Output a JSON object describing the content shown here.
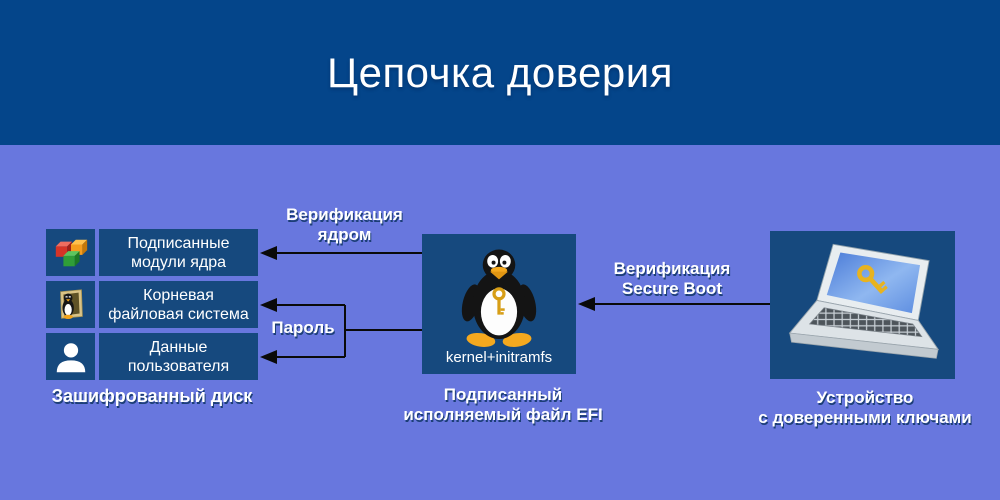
{
  "title": "Цепочка доверия",
  "colors": {
    "header_bg": "#04458a",
    "body_bg": "#6877de",
    "box_bg": "#16497e",
    "arrow": "#0a0a0a",
    "label_shadow": "#1c3e76",
    "key_gold": "#e3ab1d"
  },
  "encrypted_disk": {
    "caption": "Зашифрованный диск",
    "items": [
      {
        "icon": "kernel-modules-icon",
        "lines": [
          "Подписанные",
          "модули ядра"
        ]
      },
      {
        "icon": "linux-folder-icon",
        "lines": [
          "Корневая",
          "файловая система"
        ]
      },
      {
        "icon": "user-icon",
        "lines": [
          "Данные",
          "пользователя"
        ]
      }
    ]
  },
  "efi": {
    "icon": "tux-with-key-icon",
    "box_label": "kernel+initramfs",
    "caption_lines": [
      "Подписанный",
      "исполняемый файл EFI"
    ]
  },
  "device": {
    "icon": "laptop-with-key-icon",
    "caption_lines": [
      "Устройство",
      "с доверенными ключами"
    ]
  },
  "arrow_labels": {
    "kernel_verification": [
      "Верификация",
      "ядром"
    ],
    "secure_boot": [
      "Верификация",
      "Secure Boot"
    ],
    "password": "Пароль"
  }
}
